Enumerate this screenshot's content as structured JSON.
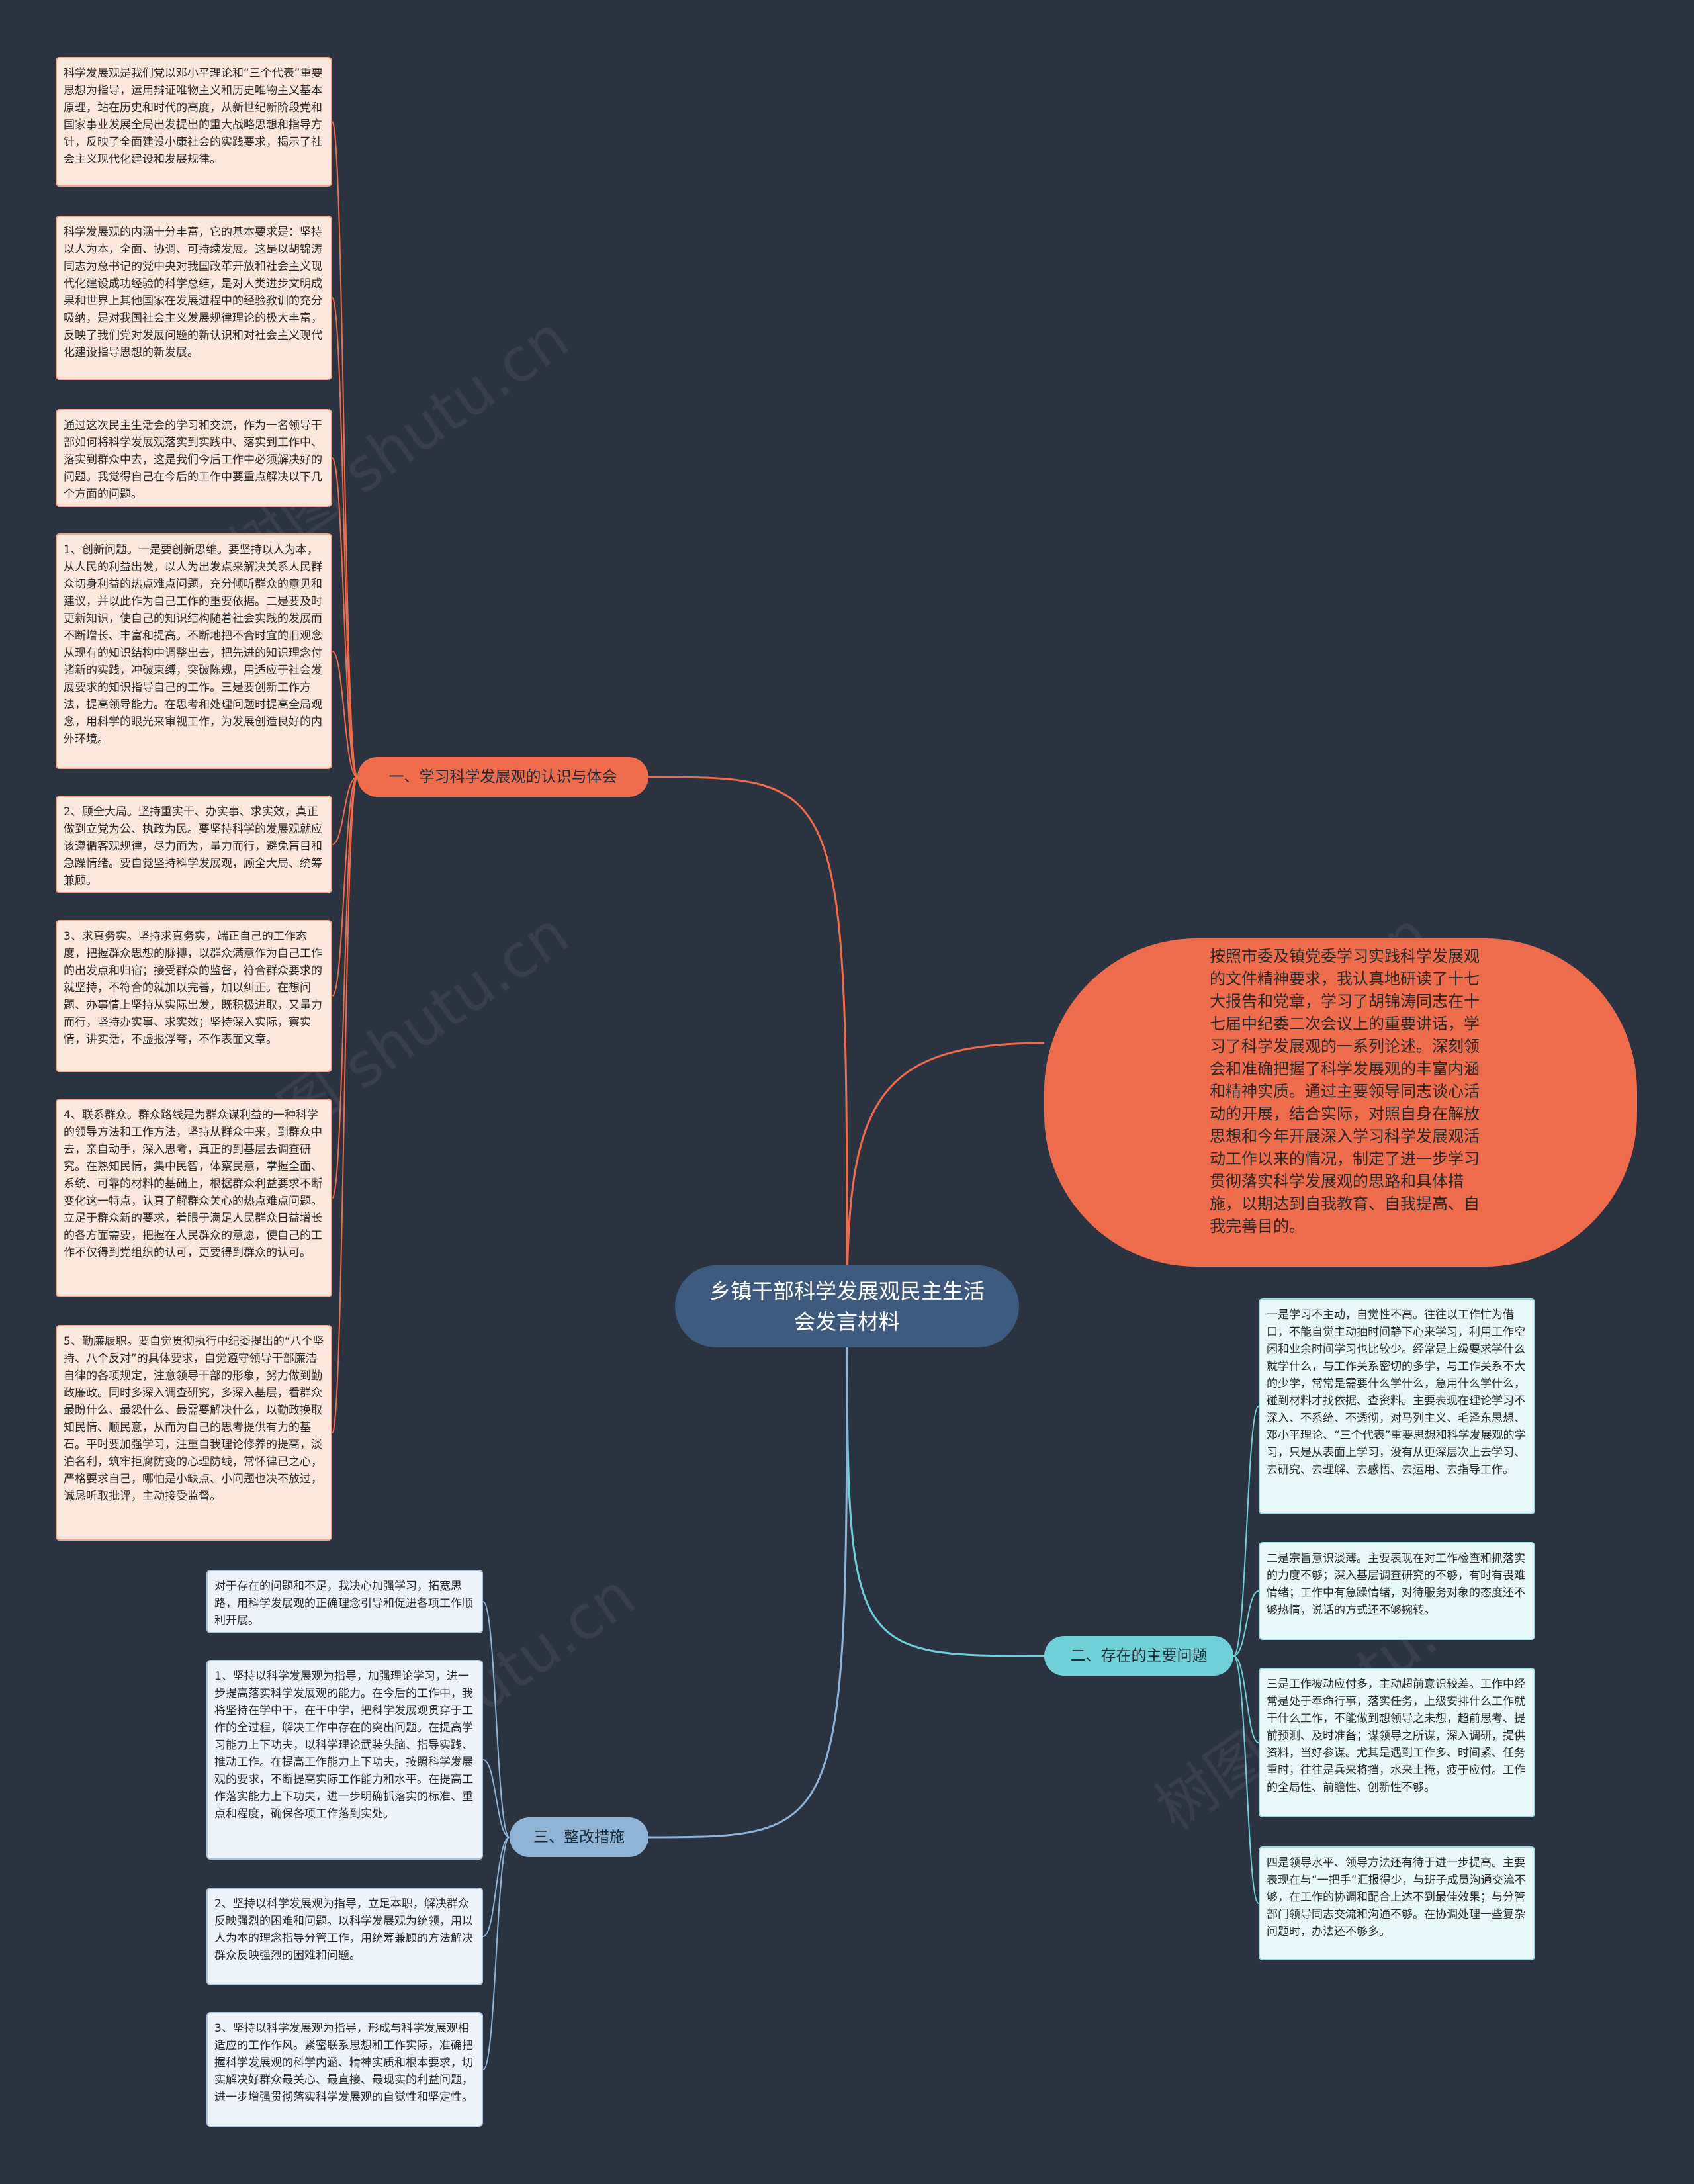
{
  "root": {
    "title": "乡镇干部科学发展观民主生活会发言材料"
  },
  "intro": {
    "text": "按照市委及镇党委学习实践科学发展观的文件精神要求，我认真地研读了十七大报告和党章，学习了胡锦涛同志在十七届中纪委二次会议上的重要讲话，学习了科学发展观的一系列论述。深刻领会和准确把握了科学发展观的丰富内涵和精神实质。通过主要领导同志谈心活动的开展，结合实际，对照自身在解放思想和今年开展深入学习科学发展观活动工作以来的情况，制定了进一步学习贯彻落实科学发展观的思路和具体措施，以期达到自我教育、自我提高、自我完善目的。"
  },
  "branches": [
    {
      "label": "一、学习科学发展观的认识与体会",
      "color": "#ee6b4c",
      "children": [
        "科学发展观是我们党以邓小平理论和“三个代表”重要思想为指导，运用辩证唯物主义和历史唯物主义基本原理，站在历史和时代的高度，从新世纪新阶段党和国家事业发展全局出发提出的重大战略思想和指导方针，反映了全面建设小康社会的实践要求，揭示了社会主义现代化建设和发展规律。",
        "科学发展观的内涵十分丰富，它的基本要求是：坚持以人为本，全面、协调、可持续发展。这是以胡锦涛同志为总书记的党中央对我国改革开放和社会主义现代化建设成功经验的科学总结，是对人类进步文明成果和世界上其他国家在发展进程中的经验教训的充分吸纳，是对我国社会主义发展规律理论的极大丰富，反映了我们党对发展问题的新认识和对社会主义现代化建设指导思想的新发展。",
        "通过这次民主生活会的学习和交流，作为一名领导干部如何将科学发展观落实到实践中、落实到工作中、落实到群众中去，这是我们今后工作中必须解决好的问题。我觉得自己在今后的工作中要重点解决以下几个方面的问题。",
        "1、创新问题。一是要创新思维。要坚持以人为本，从人民的利益出发，以人为出发点来解决关系人民群众切身利益的热点难点问题，充分倾听群众的意见和建议，并以此作为自己工作的重要依据。二是要及时更新知识，使自己的知识结构随着社会实践的发展而不断增长、丰富和提高。不断地把不合时宜的旧观念从现有的知识结构中调整出去，把先进的知识理念付诸新的实践，冲破束缚，突破陈规，用适应于社会发展要求的知识指导自己的工作。三是要创新工作方法，提高领导能力。在思考和处理问题时提高全局观念，用科学的眼光来审视工作，为发展创造良好的内外环境。",
        "2、顾全大局。坚持重实干、办实事、求实效，真正做到立党为公、执政为民。要坚持科学的发展观就应该遵循客观规律，尽力而为，量力而行，避免盲目和急躁情绪。要自觉坚持科学发展观，顾全大局、统筹兼顾。",
        "3、求真务实。坚持求真务实，端正自己的工作态度，把握群众思想的脉搏，以群众满意作为自己工作的出发点和归宿；接受群众的监督，符合群众要求的就坚持，不符合的就加以完善，加以纠正。在想问题、办事情上坚持从实际出发，既积极进取，又量力而行，坚持办实事、求实效；坚持深入实际，察实情，讲实话，不虚报浮夸，不作表面文章。",
        "4、联系群众。群众路线是为群众谋利益的一种科学的领导方法和工作方法，坚持从群众中来，到群众中去，亲自动手，深入思考，真正的到基层去调查研究。在熟知民情，集中民智，体察民意，掌握全面、系统、可靠的材料的基础上，根据群众利益要求不断变化这一特点，认真了解群众关心的热点难点问题。立足于群众新的要求，着眼于满足人民群众日益增长的各方面需要，把握在人民群众的意愿，使自己的工作不仅得到党组织的认可，更要得到群众的认可。",
        "5、勤廉履职。要自觉贯彻执行中纪委提出的“八个坚持、八个反对”的具体要求，自觉遵守领导干部廉洁自律的各项规定，注意领导干部的形象，努力做到勤政廉政。同时多深入调查研究，多深入基层，看群众最盼什么、最怨什么、最需要解决什么，以勤政换取知民情、顺民意，从而为自己的思考提供有力的基石。平时要加强学习，注重自我理论修养的提高，淡泊名利，筑牢拒腐防变的心理防线，常怀律已之心，严格要求自己，哪怕是小缺点、小问题也决不放过，诚恳听取批评，主动接受监督。"
      ]
    },
    {
      "label": "二、存在的主要问题",
      "color": "#6fd0d8",
      "children": [
        "一是学习不主动，自觉性不高。往往以工作忙为借口，不能自觉主动抽时间静下心来学习，利用工作空闲和业余时间学习也比较少。经常是上级要求学什么就学什么，与工作关系密切的多学，与工作关系不大的少学，常常是需要什么学什么，急用什么学什么，碰到材料才找依据、查资料。主要表现在理论学习不深入、不系统、不透彻，对马列主义、毛泽东思想、邓小平理论、“三个代表”重要思想和科学发展观的学习，只是从表面上学习，没有从更深层次上去学习、去研究、去理解、去感悟、去运用、去指导工作。",
        "二是宗旨意识淡薄。主要表现在对工作检查和抓落实的力度不够；深入基层调查研究的不够，有时有畏难情绪；工作中有急躁情绪，对待服务对象的态度还不够热情，说话的方式还不够婉转。",
        "三是工作被动应付多，主动超前意识较差。工作中经常是处于奉命行事，落实任务，上级安排什么工作就干什么工作，不能做到想领导之未想，超前思考、提前预测、及时准备；谋领导之所谋，深入调研，提供资料，当好参谋。尤其是遇到工作多、时间紧、任务重时，往往是兵来将挡，水来土掩，疲于应付。工作的全局性、前瞻性、创新性不够。",
        "四是领导水平、领导方法还有待于进一步提高。主要表现在与“一把手”汇报得少，与班子成员沟通交流不够，在工作的协调和配合上达不到最佳效果；与分管部门领导同志交流和沟通不够。在协调处理一些复杂问题时，办法还不够多。"
      ]
    },
    {
      "label": "三、整改措施",
      "color": "#8fb4d8",
      "children": [
        "对于存在的问题和不足，我决心加强学习，拓宽思路，用科学发展观的正确理念引导和促进各项工作顺利开展。",
        "1、坚持以科学发展观为指导，加强理论学习，进一步提高落实科学发展观的能力。在今后的工作中，我将坚持在学中干，在干中学，把科学发展观贯穿于工作的全过程，解决工作中存在的突出问题。在提高学习能力上下功夫，以科学理论武装头脑、指导实践、推动工作。在提高工作能力上下功夫，按照科学发展观的要求，不断提高实际工作能力和水平。在提高工作落实能力上下功夫，进一步明确抓落实的标准、重点和程度，确保各项工作落到实处。",
        "2、坚持以科学发展观为指导，立足本职，解决群众反映强烈的困难和问题。以科学发展观为统领，用以人为本的理念指导分管工作，用统筹兼顾的方法解决群众反映强烈的困难和问题。",
        "3、坚持以科学发展观为指导，形成与科学发展观相适应的工作作风。紧密联系思想和工作实际，准确把握科学发展观的科学内涵、精神实质和根本要求，切实解决好群众最关心、最直接、最现实的利益问题，进一步增强贯彻落实科学发展观的自觉性和坚定性。"
      ]
    }
  ],
  "watermark": {
    "text": "树图 shutu.cn"
  }
}
